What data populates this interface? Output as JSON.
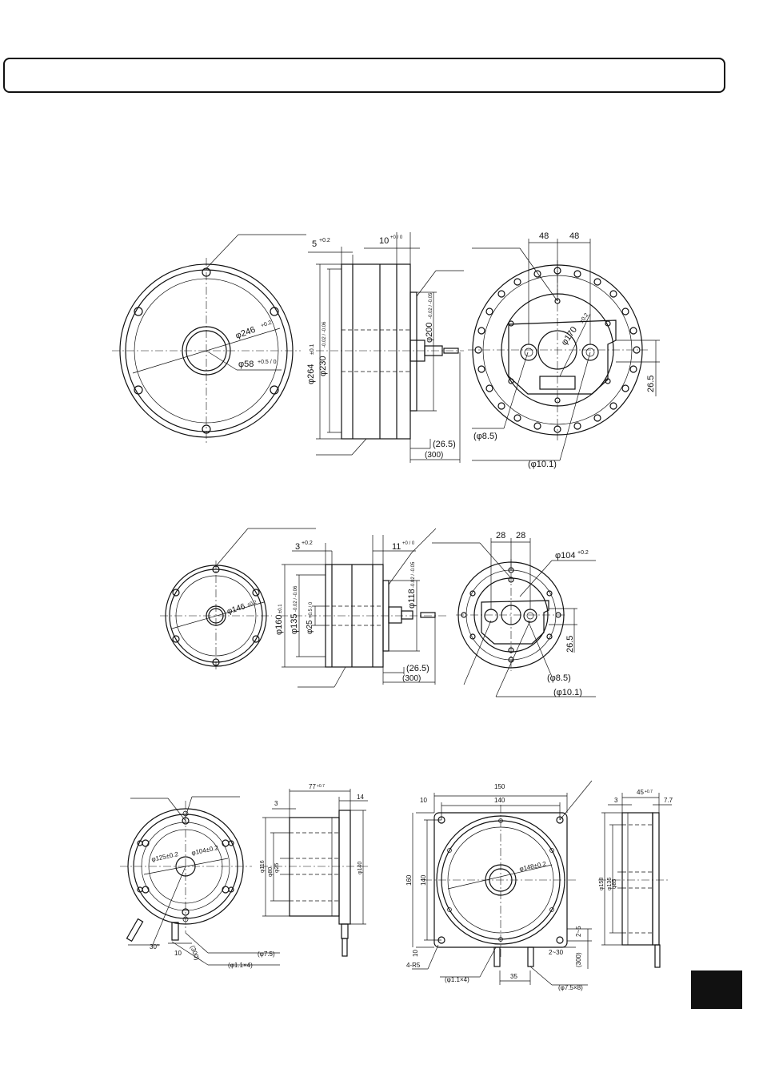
{
  "header": {
    "title": ""
  },
  "drawing1": {
    "front_dims": {
      "pcd": "φ246",
      "pcd_tol": "+0.2",
      "bore": "φ58",
      "bore_tol": "+0.5 / 0"
    },
    "side_dims": {
      "gap": "5",
      "gap_tol": "+0.2",
      "width": "10",
      "width_tol": "+0 / 0",
      "od": "φ264",
      "od_tol": "±0.1",
      "pilot": "φ230",
      "pilot_tol": "-0.02 / -0.06",
      "hub": "φ200",
      "hub_tol": "-0.02 / -0.05",
      "lead1": "(26.5)",
      "lead2": "(300)"
    },
    "rear_dims": {
      "h1": "48",
      "h2": "48",
      "pcd": "φ170",
      "pcd_tol": "±0.2",
      "v": "26.5",
      "cable1": "(φ8.5)",
      "cable2": "(φ10.1)"
    }
  },
  "drawing2": {
    "front_dims": {
      "pcd": "φ146",
      "pcd_tol": "±0.2"
    },
    "side_dims": {
      "gap": "3",
      "gap_tol": "+0.2",
      "width": "11",
      "width_tol": "+0 / 0",
      "od": "φ160",
      "od_tol": "±0.1",
      "pilot": "φ135",
      "pilot_tol": "-0.02 / -0.06",
      "bore": "φ25",
      "bore_tol": "+0.5 / 0",
      "hub": "φ118",
      "hub_tol": "-0.02 / -0.05",
      "lead1": "(26.5)",
      "lead2": "(300)"
    },
    "rear_dims": {
      "h1": "28",
      "h2": "28",
      "pcd": "φ104",
      "pcd_tol": "+0.2",
      "v": "26.5",
      "cable1": "(φ8.5)",
      "cable2": "(φ10.1)"
    }
  },
  "drawing3": {
    "front_dims": {
      "pcd1": "φ125±0.2",
      "pcd2": "φ104±0.2",
      "angle": "30°",
      "lead": "(300)",
      "offset": "10",
      "cable1": "(φ7.5)",
      "cable2": "(φ1.1×4)"
    },
    "side_dims": {
      "w": "77",
      "w_tol": "+0.7",
      "gap": "3",
      "flange": "14",
      "od": "φ116",
      "bore1": "φ80",
      "bore2": "φ25",
      "pcd": "φ140"
    }
  },
  "drawing4": {
    "front_dims": {
      "w_outer": "150",
      "w_inner": "140",
      "h_outer": "160",
      "h_inner": "140",
      "offset1": "10",
      "offset2": "10",
      "pcd": "φ148±0.2",
      "corner": "4-R5",
      "pitch": "35",
      "range1": "2~5",
      "range2": "2~30",
      "lead": "(300)",
      "cable1": "(φ1.1×4)",
      "cable2": "(φ7.5×8)"
    },
    "side_dims": {
      "w": "45",
      "w_tol": "+0.7",
      "gap": "3",
      "flange": "7.7",
      "od": "φ158",
      "pilot": "φ135",
      "bore": "φ85"
    }
  },
  "page": {
    "tab_label": ""
  }
}
